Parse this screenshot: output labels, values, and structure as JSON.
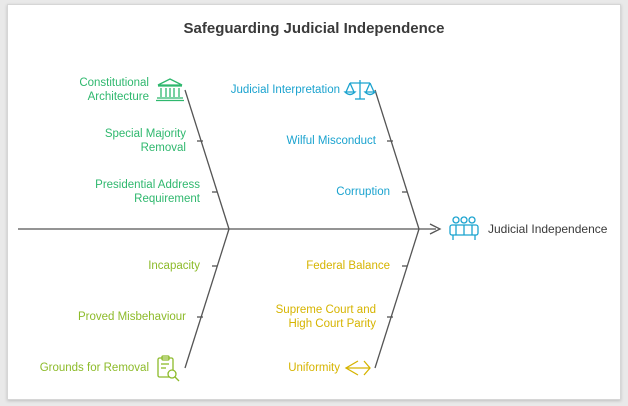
{
  "title": "Safeguarding Judicial Independence",
  "head": {
    "label": "Judicial Independence",
    "icon": "people-icon"
  },
  "colors": {
    "spine": "#555555",
    "green": "#2fb86e",
    "blue": "#1ba3cf",
    "lightgreen": "#8dbb2a",
    "yellow": "#d6b400",
    "title": "#3a3a3a"
  },
  "branches": {
    "top_left": {
      "cause": [
        "Constitutional",
        "Architecture"
      ],
      "cause_icon": "building-icon",
      "items": [
        [
          "Special Majority",
          "Removal"
        ],
        [
          "Presidential Address",
          "Requirement"
        ]
      ]
    },
    "top_right": {
      "cause": "Judicial Interpretation",
      "cause_icon": "scales-icon",
      "items": [
        "Wilful Misconduct",
        "Corruption"
      ]
    },
    "bottom_left": {
      "cause": "Grounds for Removal",
      "cause_icon": "clipboard-search-icon",
      "items": [
        "Incapacity",
        "Proved Misbehaviour"
      ]
    },
    "bottom_right": {
      "cause": "Uniformity",
      "cause_icon": "arrow-target-icon",
      "items": [
        "Federal Balance",
        [
          "Supreme Court and",
          "High Court Parity"
        ]
      ]
    }
  }
}
